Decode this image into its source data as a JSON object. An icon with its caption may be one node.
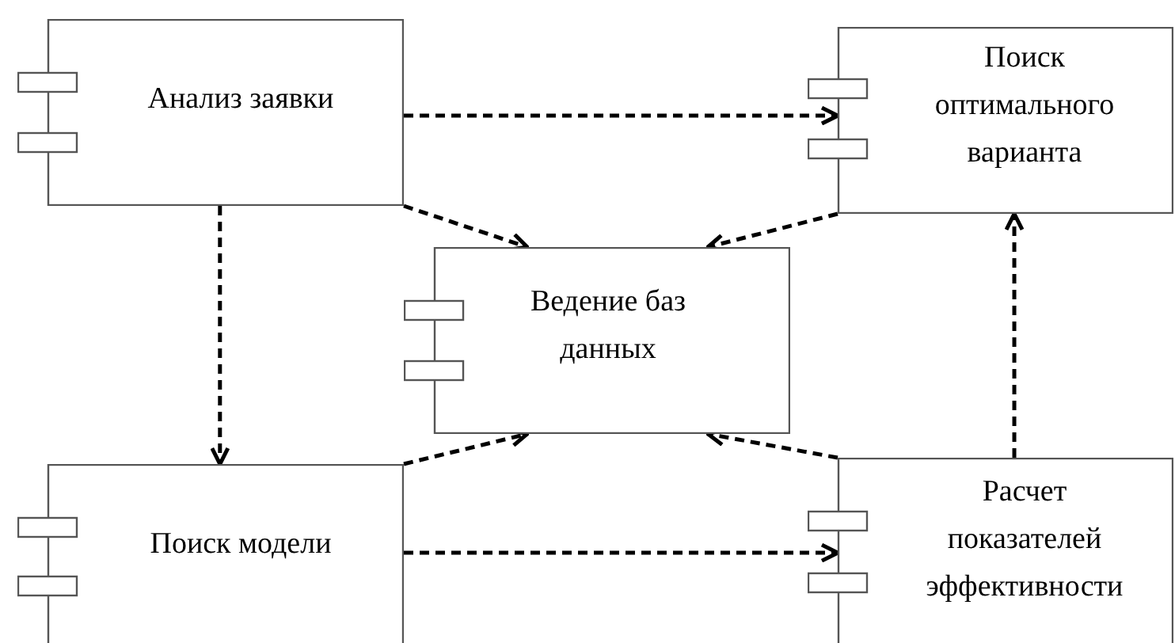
{
  "diagram": {
    "nodes": [
      {
        "text": [
          "Анализ заявки"
        ]
      },
      {
        "text": [
          "Поиск оптимального варианта"
        ]
      },
      {
        "text": [
          "Ведение баз данных"
        ]
      },
      {
        "text": [
          "Поиск модели"
        ]
      },
      {
        "text": [
          "Расчет показателей эффективности"
        ]
      }
    ],
    "edges": [
      {
        "from": 0,
        "to": 1,
        "arrow": "to",
        "style": "dashed"
      },
      {
        "from": 0,
        "to": 2,
        "arrow": "to",
        "style": "dashed"
      },
      {
        "from": 0,
        "to": 3,
        "arrow": "to",
        "style": "dashed"
      },
      {
        "from": 1,
        "to": 2,
        "arrow": "to",
        "style": "dashed"
      },
      {
        "from": 3,
        "to": 2,
        "arrow": "to",
        "style": "dashed"
      },
      {
        "from": 3,
        "to": 4,
        "arrow": "to",
        "style": "dashed"
      },
      {
        "from": 4,
        "to": 2,
        "arrow": "to",
        "style": "dashed"
      },
      {
        "from": 4,
        "to": 1,
        "arrow": "to",
        "style": "dashed"
      }
    ]
  }
}
